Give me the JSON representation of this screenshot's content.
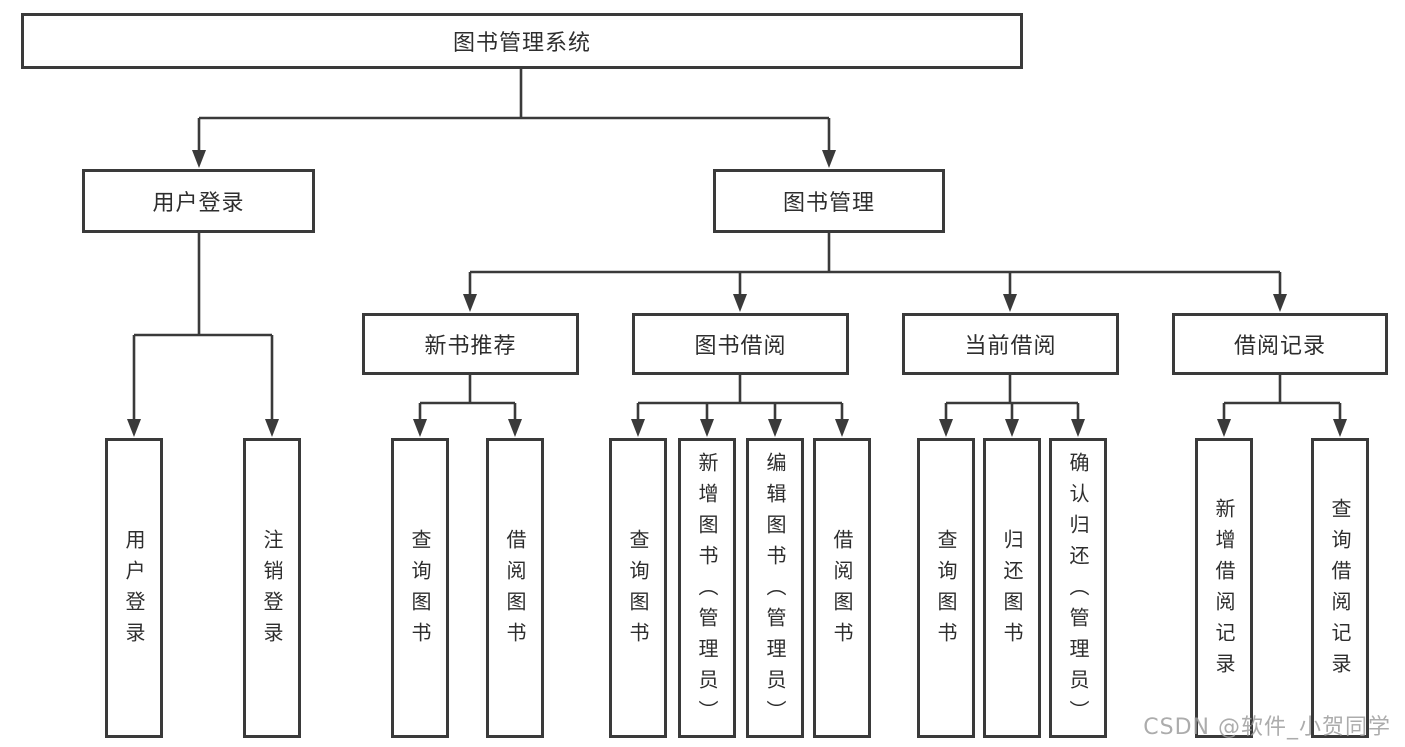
{
  "diagram": {
    "root": {
      "label": "图书管理系统"
    },
    "level2": {
      "user_login": {
        "label": "用户登录"
      },
      "book_mgmt": {
        "label": "图书管理"
      }
    },
    "level3": {
      "new_book_rec": {
        "label": "新书推荐"
      },
      "book_borrowing": {
        "label": "图书借阅"
      },
      "current_borrow": {
        "label": "当前借阅"
      },
      "borrow_records": {
        "label": "借阅记录"
      }
    },
    "leaves": {
      "user_login": {
        "label": "用户登录"
      },
      "logout": {
        "label": "注销登录"
      },
      "query_book_rec": {
        "label": "查询图书"
      },
      "borrow_book_rec": {
        "label": "借阅图书"
      },
      "query_book_bor": {
        "label": "查询图书"
      },
      "add_book": {
        "label": "新增图书（管理员）"
      },
      "edit_book": {
        "label": "编辑图书（管理员）"
      },
      "borrow_book_bor": {
        "label": "借阅图书"
      },
      "query_book_cur": {
        "label": "查询图书"
      },
      "return_book": {
        "label": "归还图书"
      },
      "confirm_return": {
        "label": "确认归还（管理员）"
      },
      "add_record": {
        "label": "新增借阅记录"
      },
      "query_record": {
        "label": "查询借阅记录"
      }
    }
  },
  "watermark": {
    "text": "CSDN @软件_小贺同学"
  },
  "colors": {
    "line": "#3a3a3a",
    "box_border": "#3a3a3a",
    "text": "#2e2e2e",
    "watermark": "#9e9e9e",
    "background": "#ffffff"
  }
}
